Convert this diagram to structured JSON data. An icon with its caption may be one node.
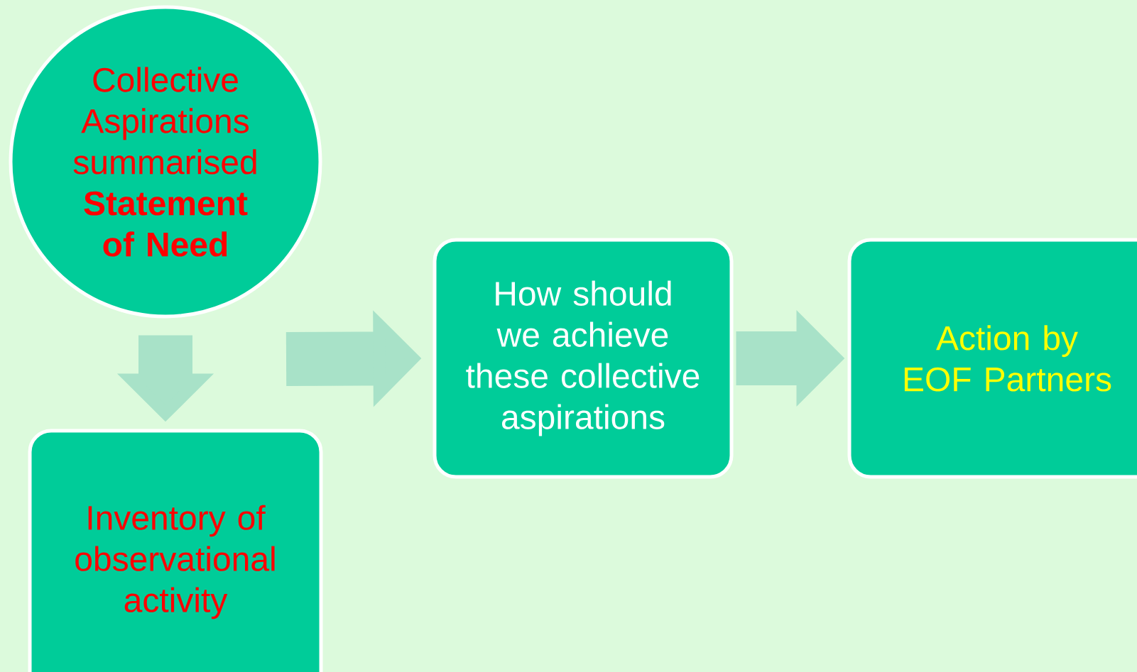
{
  "diagram": {
    "nodes": [
      {
        "text": [
          "Collective Aspirations summarised **Statement of Need**"
        ]
      },
      {
        "text": [
          "Inventory of observational activity"
        ]
      },
      {
        "text": [
          "How should we achieve these collective aspirations"
        ]
      },
      {
        "text": [
          "Action by EOF Partners"
        ]
      }
    ],
    "edges": [
      {
        "from": 0,
        "to": 1,
        "arrow": "to"
      },
      {
        "from": null,
        "to": 2,
        "arrow": "to"
      },
      {
        "from": 2,
        "to": 3,
        "arrow": "to"
      }
    ]
  }
}
